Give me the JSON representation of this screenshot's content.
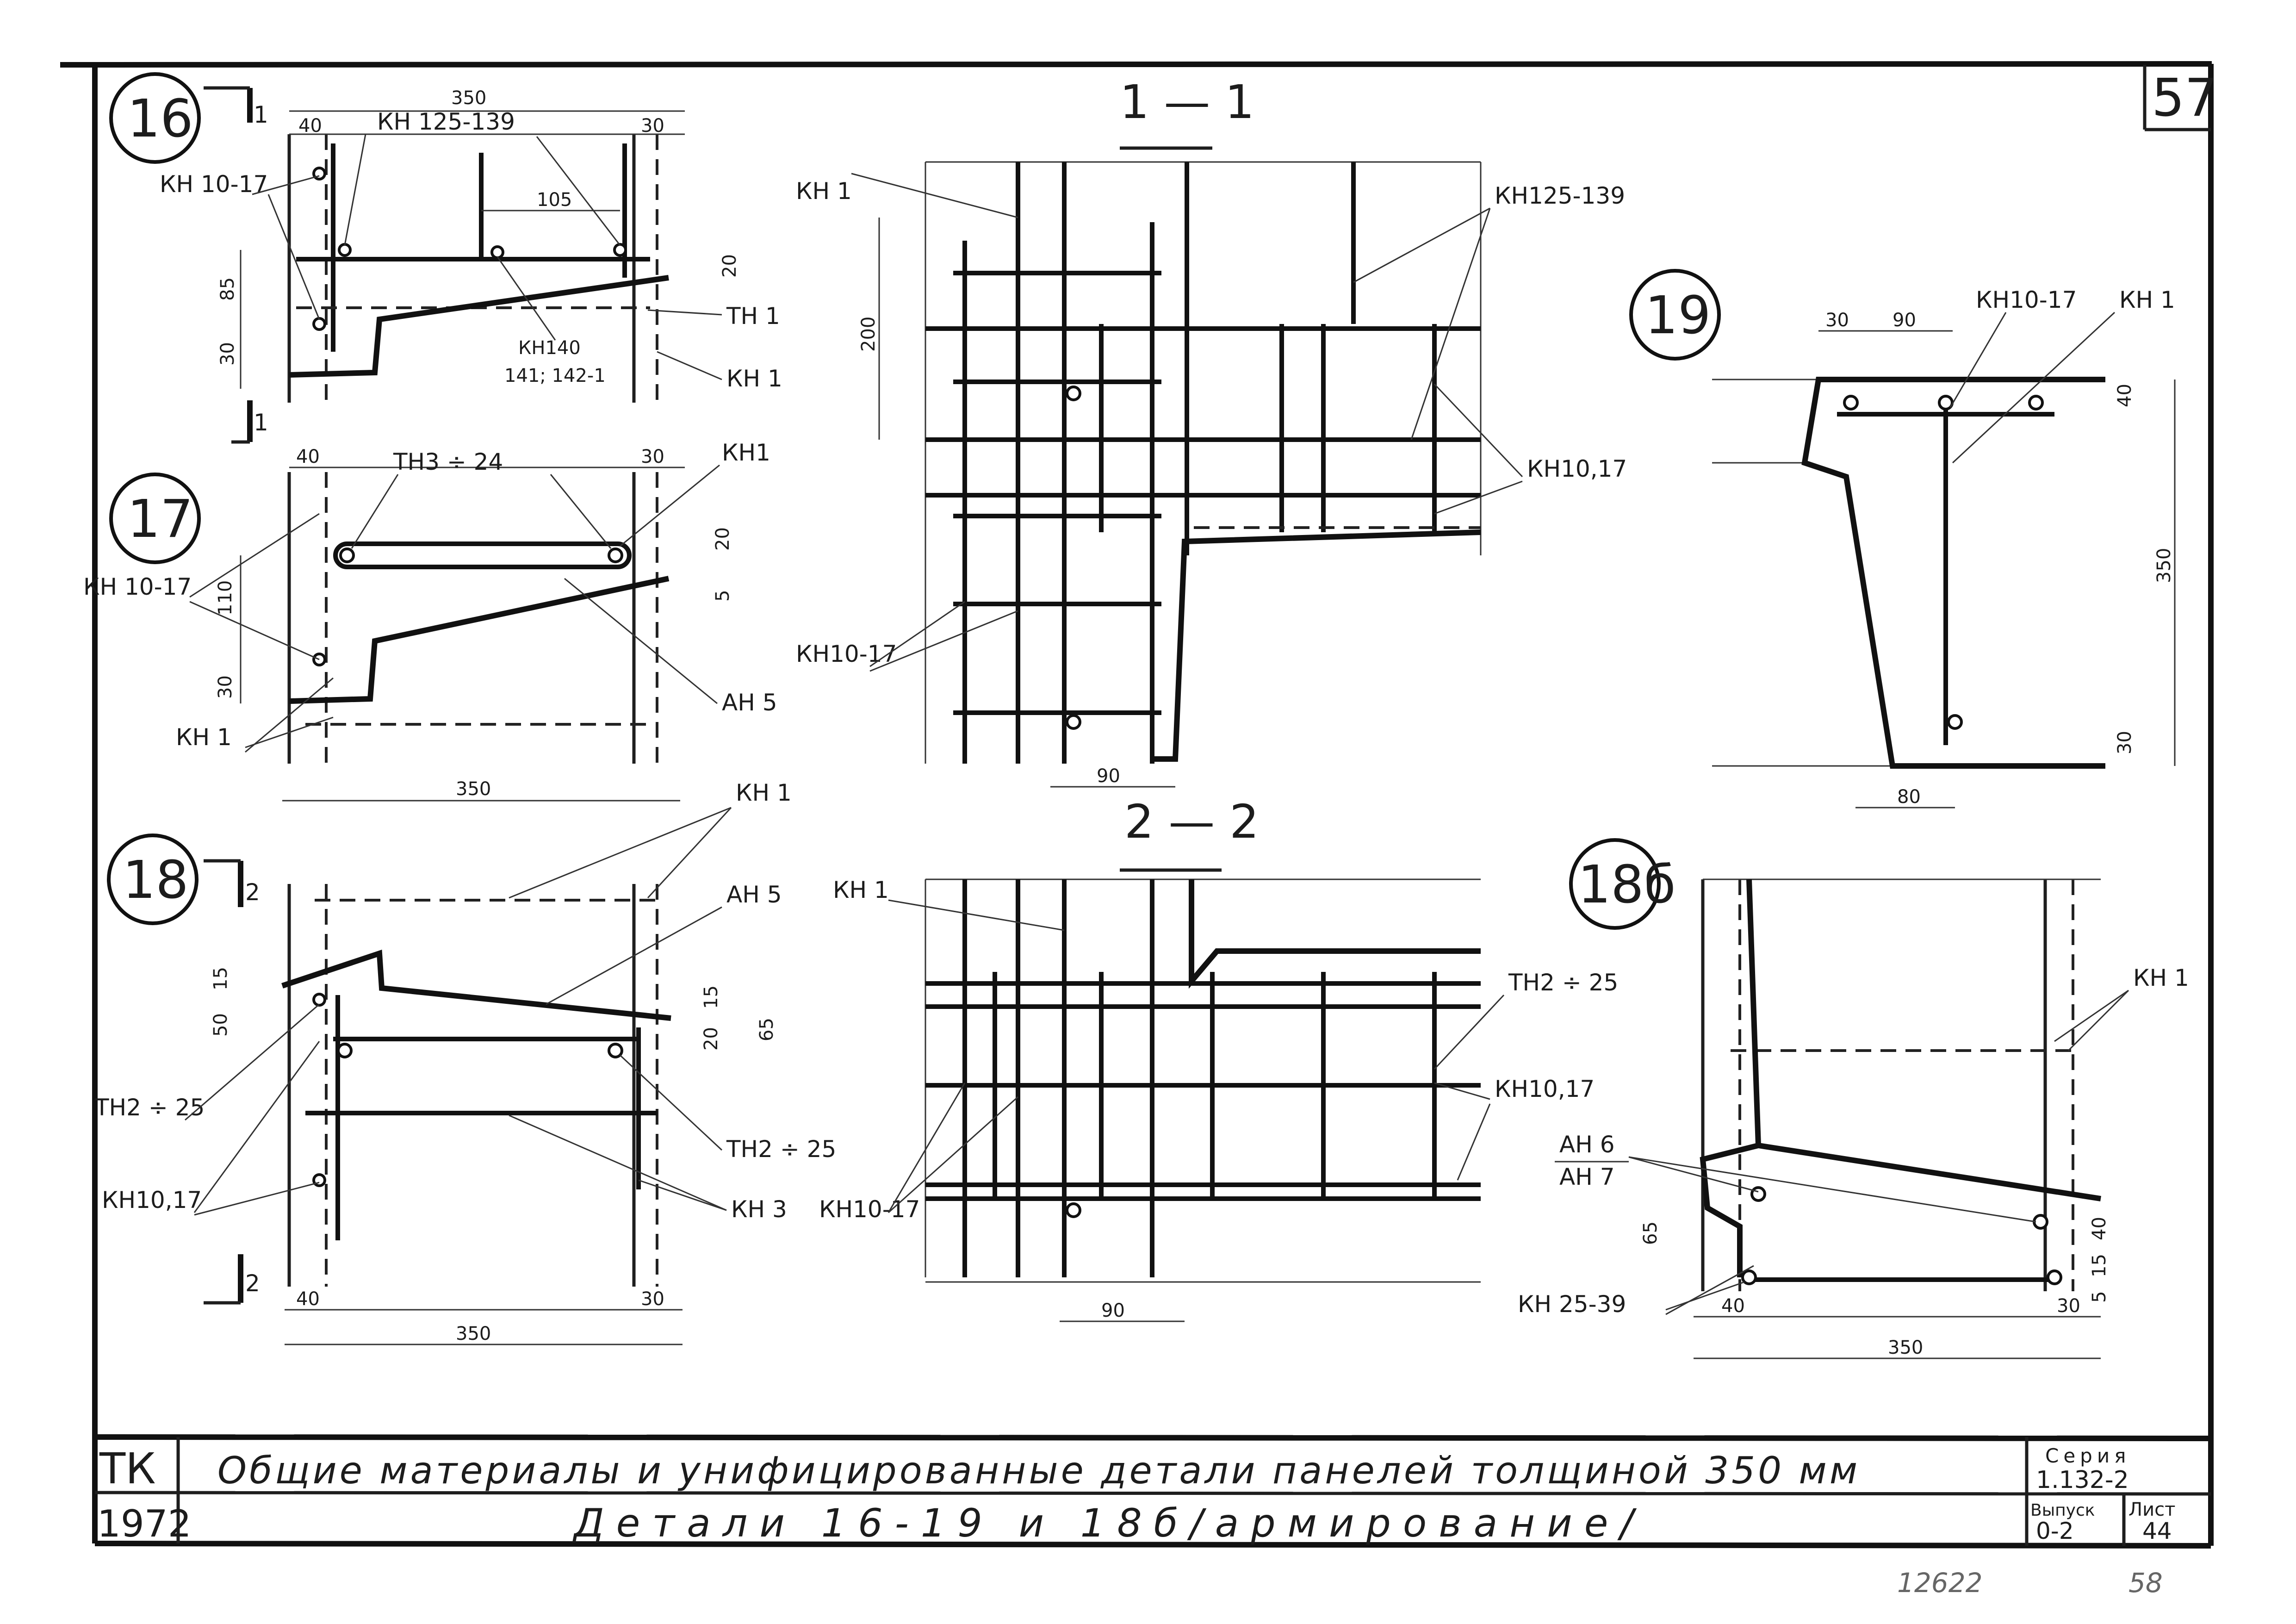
{
  "sheet": {
    "page_number": "57",
    "bottom_number_left": "12622",
    "bottom_number_right": "58"
  },
  "title_block": {
    "org": "ТК",
    "year": "1972",
    "title_line1": "Общие материалы и унифицированные детали панелей толщиной 350 мм",
    "title_line2": "Детали 16-19 и 18б/армирование/",
    "series_label": "Серия",
    "series_value": "1.132-2",
    "issue_label": "Выпуск",
    "issue_value": "0-2",
    "sheet_label": "Лист",
    "sheet_value": "44"
  },
  "detail16": {
    "number": "16",
    "section_mark": "1",
    "labels": {
      "kn125": "КН 125-139",
      "kn10_17": "КН 10-17",
      "th1": "ТН 1",
      "kn1": "КН 1",
      "kn140": "КН140",
      "kn141": "141; 142-1"
    },
    "dims": {
      "total": "350",
      "left": "40",
      "right": "30",
      "spacing": "105",
      "height": "85",
      "bottom": "30",
      "top_right": "20"
    }
  },
  "detail17": {
    "number": "17",
    "labels": {
      "th3_24": "ТН3 ÷ 24",
      "kn1_top": "КН1",
      "kn10_17": "КН 10-17",
      "ah5": "АН 5",
      "kn1_bottom": "КН 1"
    },
    "dims": {
      "left": "40",
      "right": "30",
      "total": "350",
      "height": "110",
      "bottom": "30",
      "top_right": "20",
      "small": "5"
    }
  },
  "detail18": {
    "number": "18",
    "section_mark": "2",
    "labels": {
      "kn1": "КН 1",
      "ah5": "АН 5",
      "th2_25_left": "ТН2 ÷ 25",
      "th2_25_right": "ТН2 ÷ 25",
      "kn10_17": "КН10,17",
      "kn3": "КН 3"
    },
    "dims": {
      "left": "40",
      "right": "30",
      "total": "350",
      "d15": "15",
      "d50": "50",
      "d20": "20",
      "d15b": "15",
      "d65": "65"
    }
  },
  "section11": {
    "title": "1 — 1",
    "labels": {
      "kn1": "КН 1",
      "kn125": "КН125-139",
      "kn10_17a": "КН10,17",
      "kn10_17b": "КН10-17"
    },
    "dims": {
      "height": "200",
      "spacing": "90"
    }
  },
  "section22": {
    "title": "2 — 2",
    "labels": {
      "kn1": "КН 1",
      "th2_25": "ТН2 ÷ 25",
      "kn10_17": "КН10,17",
      "kn1047": "КН10-17"
    },
    "dims": {
      "spacing": "90"
    }
  },
  "detail19": {
    "number": "19",
    "labels": {
      "kn10_17": "КН10-17",
      "kn1": "КН 1"
    },
    "dims": {
      "d30": "30",
      "d90": "90",
      "d40": "40",
      "d350": "350",
      "d30b": "30",
      "d80": "80"
    }
  },
  "detail18b": {
    "number": "18б",
    "labels": {
      "kn1": "КН 1",
      "ah6": "АН 6",
      "ah7": "АН 7",
      "kn25_39": "КН 25-39"
    },
    "dims": {
      "d65": "65",
      "d40": "40",
      "d30": "30",
      "d350": "350",
      "d40r": "40",
      "d15": "15",
      "d5": "5"
    }
  }
}
